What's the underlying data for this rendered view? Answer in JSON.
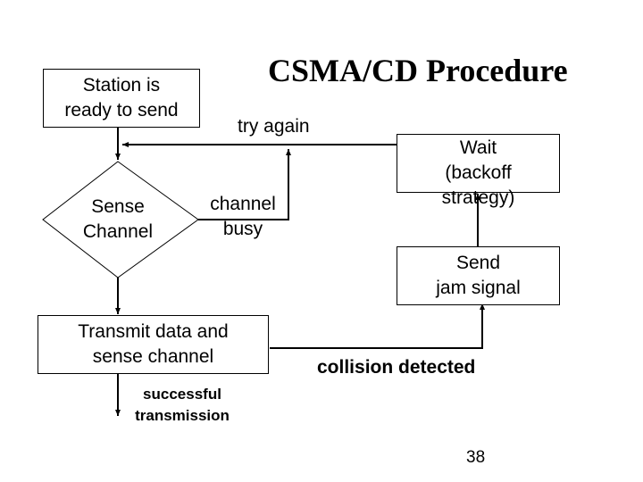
{
  "slide": {
    "title": "CSMA/CD Procedure",
    "page_number": "38"
  },
  "nodes": {
    "station_ready": "Station is\nready to send",
    "sense_channel": "Sense\nChannel",
    "transmit": "Transmit data and\nsense channel",
    "wait": "Wait\n(backoff\nstrategy)",
    "jam": "Send\njam signal"
  },
  "edge_labels": {
    "try_again": "try again",
    "channel_busy": "channel\nbusy",
    "collision_detected": "collision detected",
    "successful_transmission": "successful\ntransmission"
  }
}
